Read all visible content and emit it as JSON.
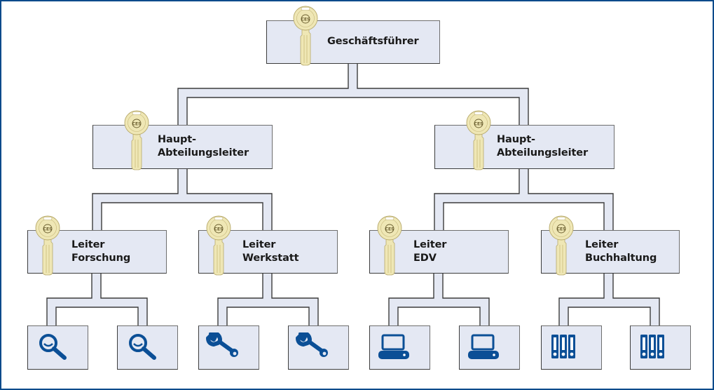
{
  "title": "Schließanlage Hierarchie",
  "colors": {
    "frame": "#0b4a8b",
    "box_fill": "#e4e8f3",
    "outline": "#3c3c3c",
    "icon": "#0b4f96",
    "key": "#efe7b5"
  },
  "key_emblem": "CES",
  "root": {
    "label": "Geschäftsführer",
    "icon": "key-icon"
  },
  "departments": [
    {
      "label_line1": "Haupt-",
      "label_line2": "Abteilungsleiter",
      "icon": "key-icon",
      "units": [
        {
          "label_line1": "Leiter",
          "label_line2": "Forschung",
          "icon": "key-icon",
          "staff": [
            {
              "icon": "magnifier-icon"
            },
            {
              "icon": "magnifier-icon"
            }
          ]
        },
        {
          "label_line1": "Leiter",
          "label_line2": "Werkstatt",
          "icon": "key-icon",
          "staff": [
            {
              "icon": "wrench-icon"
            },
            {
              "icon": "wrench-icon"
            }
          ]
        }
      ]
    },
    {
      "label_line1": "Haupt-",
      "label_line2": "Abteilungsleiter",
      "icon": "key-icon",
      "units": [
        {
          "label_line1": "Leiter",
          "label_line2": "EDV",
          "icon": "key-icon",
          "staff": [
            {
              "icon": "computer-icon"
            },
            {
              "icon": "computer-icon"
            }
          ]
        },
        {
          "label_line1": "Leiter",
          "label_line2": "Buchhaltung",
          "icon": "key-icon",
          "staff": [
            {
              "icon": "binders-icon"
            },
            {
              "icon": "binders-icon"
            }
          ]
        }
      ]
    }
  ]
}
